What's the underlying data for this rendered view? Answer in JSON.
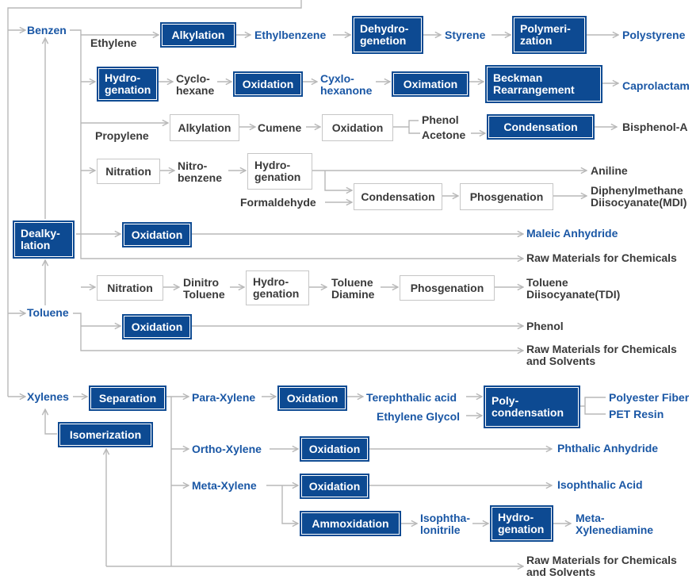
{
  "palette": {
    "dark_box": "#0d4a92",
    "blue_text": "#1a57a5",
    "gray_text": "#3a3a3a",
    "line": "#b8b8b8"
  },
  "sources": {
    "benzen": "Benzen",
    "toluene": "Toluene",
    "xylenes": "Xylenes"
  },
  "process": {
    "dealkylation": "Dealky-\nlation",
    "isomerization": "Isomerization",
    "separation": "Separation",
    "alkylation_1": "Alkylation",
    "dehydrogenation": "Dehydro-\ngenetion",
    "polymerization": "Polymeri-\nzation",
    "hydrogenation_1": "Hydro-\ngenation",
    "oxidation_1": "Oxidation",
    "oximation": "Oximation",
    "beckman": "Beckman\nRearrangement",
    "alkylation_2": "Alkylation",
    "oxidation_2": "Oxidation",
    "condensation_1": "Condensation",
    "nitration_1": "Nitration",
    "hydrogenation_2": "Hydro-\ngenation",
    "condensation_2": "Condensation",
    "phosgenation_1": "Phosgenation",
    "oxidation_3": "Oxidation",
    "nitration_2": "Nitration",
    "hydrogenation_3": "Hydro-\ngenation",
    "phosgenation_2": "Phosgenation",
    "oxidation_4": "Oxidation",
    "oxidation_5": "Oxidation",
    "polycondensation": "Poly-\ncondensation",
    "oxidation_6": "Oxidation",
    "oxidation_7": "Oxidation",
    "ammoxidation": "Ammoxidation",
    "hydrogenation_4": "Hydro-\ngenation"
  },
  "labels": {
    "ethylene": "Ethylene",
    "ethylbenzene": "Ethylbenzene",
    "styrene": "Styrene",
    "polystyrene": "Polystyrene",
    "cyclohexane": "Cyclo-\nhexane",
    "cyclohexanone": "Cyxlo-\nhexanone",
    "caprolactam": "Caprolactam",
    "propylene": "Propylene",
    "cumene": "Cumene",
    "phenol_1": "Phenol",
    "acetone": "Acetone",
    "bisphenol_a": "Bisphenol-A",
    "nitrobenzene": "Nitro-\nbenzene",
    "aniline": "Aniline",
    "formaldehyde": "Formaldehyde",
    "mdi": "Diphenylmethane\nDiisocyanate(MDI)",
    "maleic_anhydride": "Maleic Anhydride",
    "raw_materials_1": "Raw Materials for Chemicals",
    "dinitrotoluene": "Dinitro\nToluene",
    "toluene_diamine": "Toluene\nDiamine",
    "tdi": "Toluene\nDiisocyanate(TDI)",
    "phenol_2": "Phenol",
    "raw_materials_2": "Raw Materials for Chemicals\nand Solvents",
    "para_xylene": "Para-Xylene",
    "terephthalic_acid": "Terephthalic acid",
    "ethylene_glycol": "Ethylene Glycol",
    "polyester_fiber": "Polyester Fiber",
    "pet_resin": "PET Resin",
    "ortho_xylene": "Ortho-Xylene",
    "phthalic_anhydride": "Phthalic Anhydride",
    "meta_xylene": "Meta-Xylene",
    "isophthalic_acid": "Isophthalic Acid",
    "isophthalonitrile": "Isophtha-\nlonitrile",
    "meta_xylenediamine": "Meta-\nXylenediamine",
    "raw_materials_3": "Raw Materials for Chemicals\nand Solvents"
  }
}
